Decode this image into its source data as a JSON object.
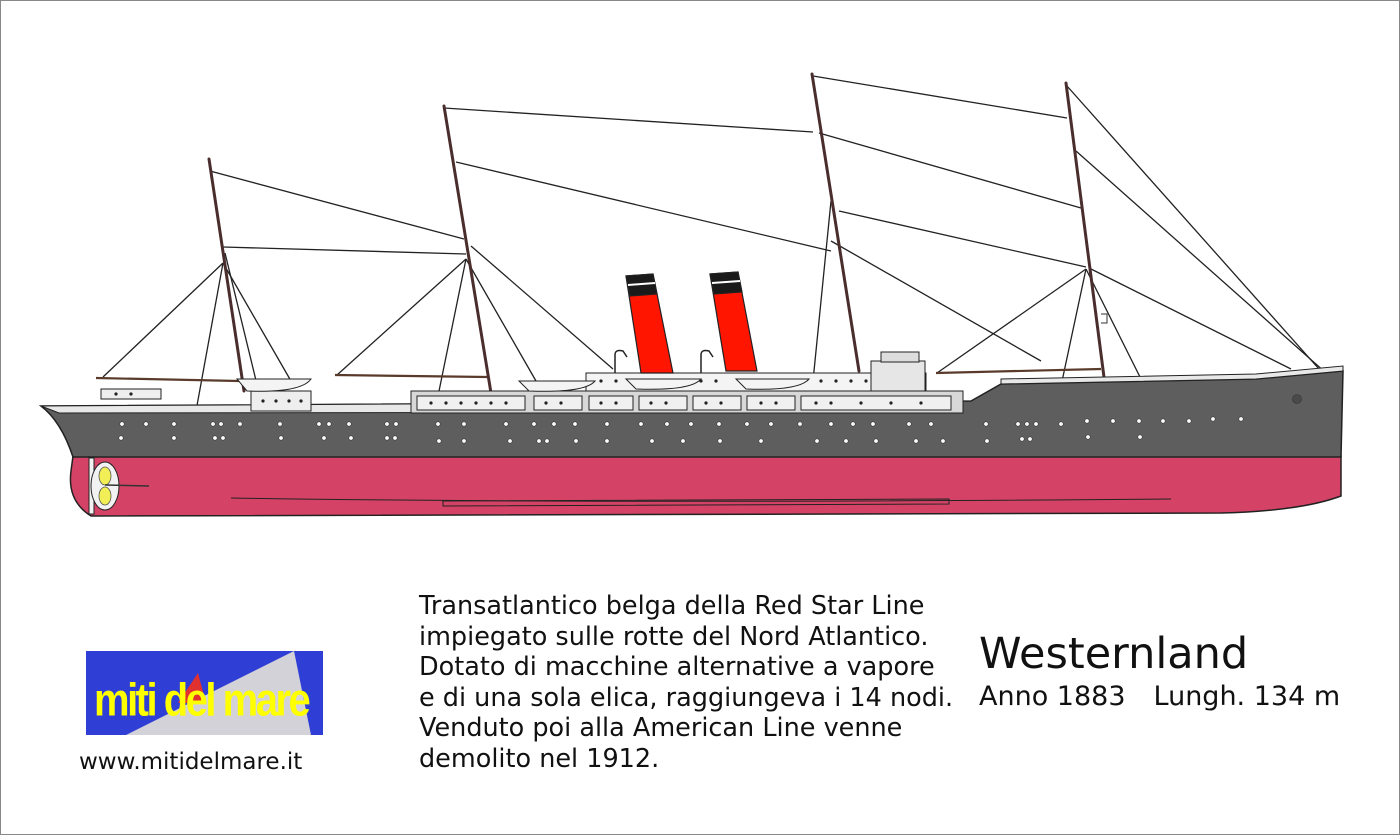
{
  "ship": {
    "name": "Westernland",
    "year": "Anno 1883",
    "length": "Lungh. 134 m"
  },
  "description": [
    "Transatlantico belga della Red Star Line",
    "impiegato sulle rotte del Nord Atlantico.",
    "Dotato di macchine alternative a vapore",
    "e di una sola elica, raggiungeva i 14 nodi.",
    "Venduto poi alla American Line venne",
    "demolito nel 1912."
  ],
  "logo": {
    "text": "miti del mare"
  },
  "website": "www.mitidelmare.it",
  "colors": {
    "hull_upper": "#5e5e5e",
    "hull_lower": "#d44366",
    "funnel_red": "#ff1500",
    "funnel_top": "#1a1a1a",
    "logo_bg": "#2f3fd6",
    "logo_text": "#ffff00"
  }
}
